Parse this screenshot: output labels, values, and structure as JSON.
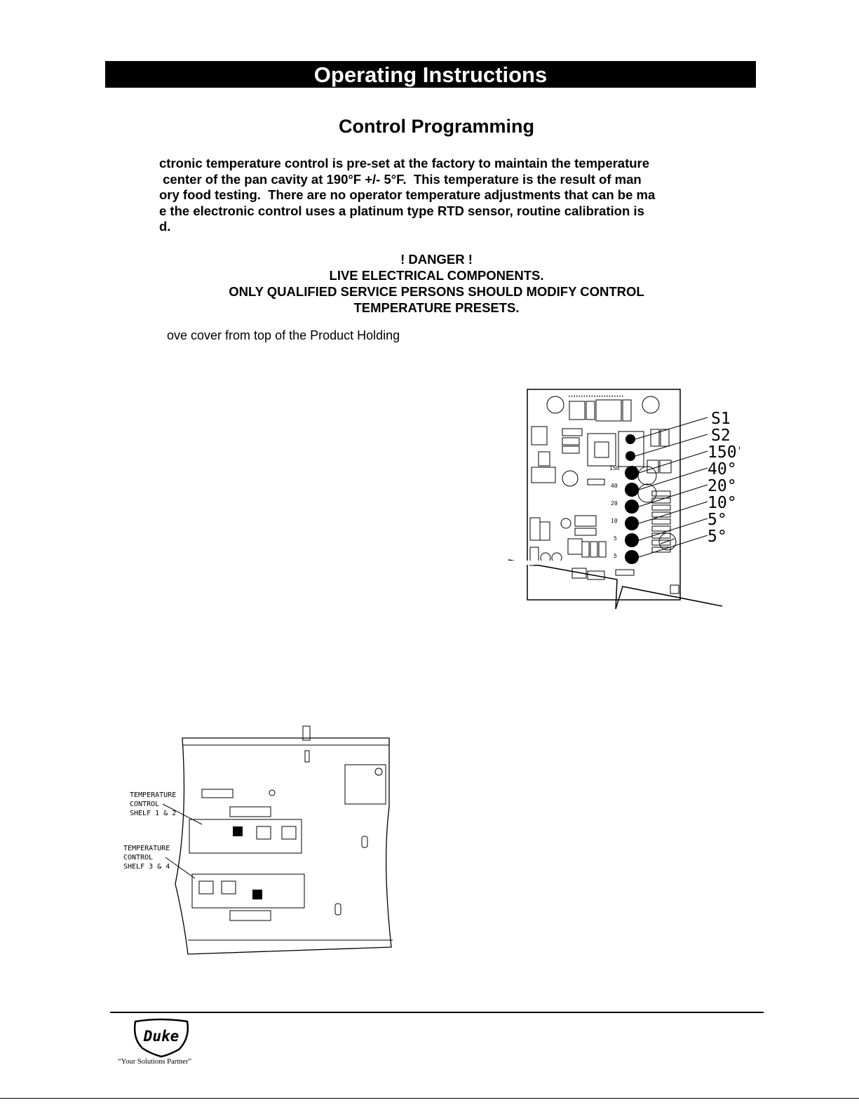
{
  "header": {
    "title": "Operating Instructions"
  },
  "section": {
    "title": "Control Programming"
  },
  "intro": {
    "lines": [
      "ctronic temperature control is pre-set at the factory to maintain the temperature",
      " center of the pan cavity at 190°F +/- 5°F.  This temperature is the result of man",
      "ory food testing.  There are no operator temperature adjustments that can be ma",
      "e the electronic control uses a platinum type RTD sensor, routine calibration is",
      "d."
    ]
  },
  "warning": {
    "line1": "! DANGER !",
    "line2": "LIVE ELECTRICAL COMPONENTS.",
    "line3": "ONLY QUALIFIED SERVICE PERSONS SHOULD MODIFY CONTROL",
    "line4": "TEMPERATURE PRESETS."
  },
  "step": {
    "text": "ove cover from top of the Product Holding"
  },
  "board_figure": {
    "callouts": [
      "S1",
      "S2",
      "150°",
      "40°",
      "20°",
      "10°",
      "5°",
      "5°"
    ],
    "pad_labels": [
      "150",
      "40",
      "20",
      "10",
      "5",
      "5"
    ]
  },
  "chassis_figure": {
    "label_a": {
      "line1": "TEMPERATURE",
      "line2": "CONTROL",
      "line3": "SHELF 1 & 2"
    },
    "label_b": {
      "line1": "TEMPERATURE",
      "line2": "CONTROL",
      "line3": "SHELF 3 & 4"
    }
  },
  "footer": {
    "brand": "Duke",
    "tagline": "“Your Solutions Partner”"
  }
}
